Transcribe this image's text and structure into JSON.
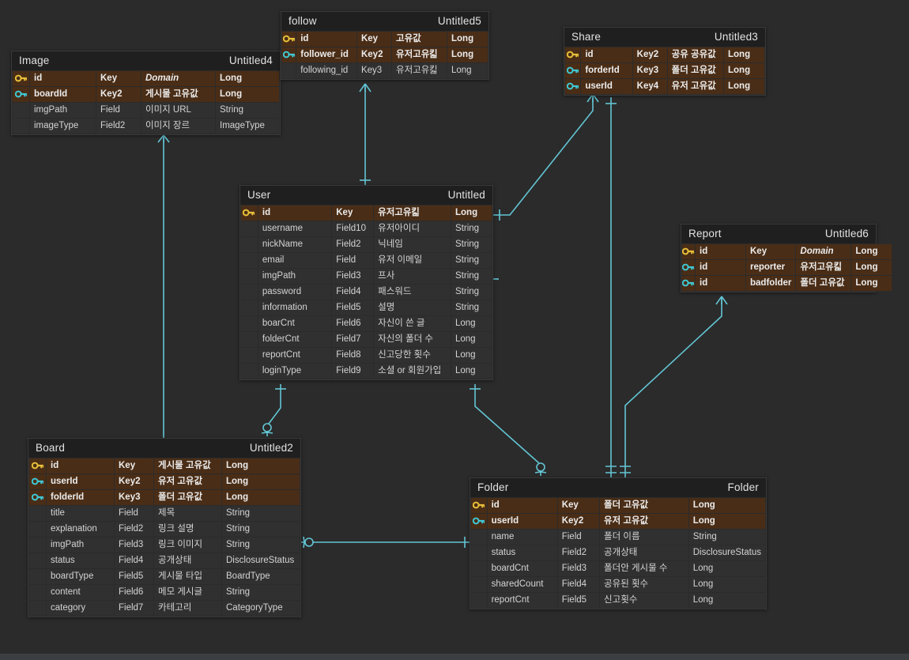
{
  "canvas": {
    "background": "#2b2b2b",
    "link_color": "#63c5d4",
    "pk_icon_color": "#e8c03a",
    "fk_icon_color": "#3fc8d4",
    "key_row_background": "#4a2d16"
  },
  "tables": [
    {
      "id": "image",
      "name": "Image",
      "comment": "Untitled4",
      "columns": [
        {
          "key": "pk",
          "name": "id",
          "field": "Key",
          "domain": "Domain",
          "domain_empty": true,
          "type": "Long"
        },
        {
          "key": "fk",
          "name": "boardId",
          "field": "Key2",
          "domain": "게시물 고유값",
          "domain_empty": false,
          "type": "Long"
        },
        {
          "key": "",
          "name": "imgPath",
          "field": "Field",
          "domain": "이미지 URL",
          "domain_empty": false,
          "type": "String"
        },
        {
          "key": "",
          "name": "imageType",
          "field": "Field2",
          "domain": "이미지 장르",
          "domain_empty": false,
          "type": "ImageType"
        }
      ]
    },
    {
      "id": "follow",
      "name": "follow",
      "comment": "Untitled5",
      "columns": [
        {
          "key": "pk",
          "name": "id",
          "field": "Key",
          "domain": "고유값",
          "domain_empty": false,
          "type": "Long"
        },
        {
          "key": "fk",
          "name": "follower_id",
          "field": "Key2",
          "domain": "유저고유킯",
          "domain_empty": false,
          "type": "Long"
        },
        {
          "key": "",
          "name": "following_id",
          "field": "Key3",
          "domain": "유저고유킯",
          "domain_empty": false,
          "type": "Long"
        }
      ]
    },
    {
      "id": "share",
      "name": "Share",
      "comment": "Untitled3",
      "columns": [
        {
          "key": "pk",
          "name": "id",
          "field": "Key2",
          "domain": "공유 공유값",
          "domain_empty": false,
          "type": "Long"
        },
        {
          "key": "fk",
          "name": "forderId",
          "field": "Key3",
          "domain": "폴더 고유값",
          "domain_empty": false,
          "type": "Long"
        },
        {
          "key": "fk",
          "name": "userId",
          "field": "Key4",
          "domain": "유저 고유값",
          "domain_empty": false,
          "type": "Long"
        }
      ]
    },
    {
      "id": "user",
      "name": "User",
      "comment": "Untitled",
      "columns": [
        {
          "key": "pk",
          "name": "id",
          "field": "Key",
          "domain": "유저고유킯",
          "domain_empty": false,
          "type": "Long"
        },
        {
          "key": "",
          "name": "username",
          "field": "Field10",
          "domain": "유저아이디",
          "domain_empty": false,
          "type": "String"
        },
        {
          "key": "",
          "name": "nickName",
          "field": "Field2",
          "domain": "닉네임",
          "domain_empty": false,
          "type": "String"
        },
        {
          "key": "",
          "name": "email",
          "field": "Field",
          "domain": "유저 이메일",
          "domain_empty": false,
          "type": "String"
        },
        {
          "key": "",
          "name": "imgPath",
          "field": "Field3",
          "domain": "프사",
          "domain_empty": false,
          "type": "String"
        },
        {
          "key": "",
          "name": "password",
          "field": "Field4",
          "domain": "패스워드",
          "domain_empty": false,
          "type": "String"
        },
        {
          "key": "",
          "name": "information",
          "field": "Field5",
          "domain": "설명",
          "domain_empty": false,
          "type": "String"
        },
        {
          "key": "",
          "name": "boarCnt",
          "field": "Field6",
          "domain": "자신이 쓴 글",
          "domain_empty": false,
          "type": "Long"
        },
        {
          "key": "",
          "name": "folderCnt",
          "field": "Field7",
          "domain": "자신의 폴더 수",
          "domain_empty": false,
          "type": "Long"
        },
        {
          "key": "",
          "name": "reportCnt",
          "field": "Field8",
          "domain": "신고당한 횟수",
          "domain_empty": false,
          "type": "Long"
        },
        {
          "key": "",
          "name": "loginType",
          "field": "Field9",
          "domain": "소셜 or 회원가입",
          "domain_empty": false,
          "type": "Long"
        }
      ]
    },
    {
      "id": "report",
      "name": "Report",
      "comment": "Untitled6",
      "columns": [
        {
          "key": "pk",
          "name": "id",
          "field": "Key",
          "domain": "Domain",
          "domain_empty": true,
          "type": "Long"
        },
        {
          "key": "fk",
          "name": "id",
          "field": "reporter",
          "domain": "유저고유킯",
          "domain_empty": false,
          "type": "Long"
        },
        {
          "key": "fk",
          "name": "id",
          "field": "badfolder",
          "domain": "폴더 고유값",
          "domain_empty": false,
          "type": "Long"
        }
      ]
    },
    {
      "id": "board",
      "name": "Board",
      "comment": "Untitled2",
      "columns": [
        {
          "key": "pk",
          "name": "id",
          "field": "Key",
          "domain": "게시물 고유값",
          "domain_empty": false,
          "type": "Long"
        },
        {
          "key": "fk",
          "name": "userId",
          "field": "Key2",
          "domain": "유저 고유값",
          "domain_empty": false,
          "type": "Long"
        },
        {
          "key": "fk",
          "name": "folderId",
          "field": "Key3",
          "domain": "폴더 고유값",
          "domain_empty": false,
          "type": "Long"
        },
        {
          "key": "",
          "name": "title",
          "field": "Field",
          "domain": "제목",
          "domain_empty": false,
          "type": "String"
        },
        {
          "key": "",
          "name": "explanation",
          "field": "Field2",
          "domain": "링크 설명",
          "domain_empty": false,
          "type": "String"
        },
        {
          "key": "",
          "name": "imgPath",
          "field": "Field3",
          "domain": "링크 이미지",
          "domain_empty": false,
          "type": "String"
        },
        {
          "key": "",
          "name": "status",
          "field": "Field4",
          "domain": "공개상태",
          "domain_empty": false,
          "type": "DisclosureStatus"
        },
        {
          "key": "",
          "name": "boardType",
          "field": "Field5",
          "domain": "게시물 타입",
          "domain_empty": false,
          "type": "BoardType"
        },
        {
          "key": "",
          "name": "content",
          "field": "Field6",
          "domain": "메모 게시글",
          "domain_empty": false,
          "type": "String"
        },
        {
          "key": "",
          "name": "category",
          "field": "Field7",
          "domain": "카테고리",
          "domain_empty": false,
          "type": "CategoryType"
        }
      ]
    },
    {
      "id": "folder",
      "name": "Folder",
      "comment": "Folder",
      "columns": [
        {
          "key": "pk",
          "name": "id",
          "field": "Key",
          "domain": "폴더 고유값",
          "domain_empty": false,
          "type": "Long"
        },
        {
          "key": "fk",
          "name": "userId",
          "field": "Key2",
          "domain": "유저 고유값",
          "domain_empty": false,
          "type": "Long"
        },
        {
          "key": "",
          "name": "name",
          "field": "Field",
          "domain": "폴더 이름",
          "domain_empty": false,
          "type": "String"
        },
        {
          "key": "",
          "name": "status",
          "field": "Field2",
          "domain": "공개상태",
          "domain_empty": false,
          "type": "DisclosureStatus"
        },
        {
          "key": "",
          "name": "boardCnt",
          "field": "Field3",
          "domain": "폴더안 게시물 수",
          "domain_empty": false,
          "type": "Long"
        },
        {
          "key": "",
          "name": "sharedCount",
          "field": "Field4",
          "domain": "공유된 횟수",
          "domain_empty": false,
          "type": "Long"
        },
        {
          "key": "",
          "name": "reportCnt",
          "field": "Field5",
          "domain": "신고횟수",
          "domain_empty": false,
          "type": "Long"
        }
      ]
    }
  ],
  "relationships": [
    {
      "from": "Image",
      "to": "Board",
      "from_marker": "many",
      "to_marker": "one"
    },
    {
      "from": "follow",
      "to": "User",
      "from_marker": "many",
      "to_marker": "one"
    },
    {
      "from": "Share",
      "to": "User",
      "from_marker": "many",
      "to_marker": "one"
    },
    {
      "from": "Share",
      "to": "Folder",
      "from_marker": "one",
      "to_marker": "one"
    },
    {
      "from": "User",
      "to": "Board",
      "from_marker": "one",
      "to_marker": "zero-many"
    },
    {
      "from": "User",
      "to": "Folder",
      "from_marker": "one",
      "to_marker": "zero-many"
    },
    {
      "from": "Report",
      "to": "Folder",
      "from_marker": "many",
      "to_marker": "one"
    },
    {
      "from": "Board",
      "to": "Folder",
      "from_marker": "zero-many",
      "to_marker": "one"
    }
  ]
}
